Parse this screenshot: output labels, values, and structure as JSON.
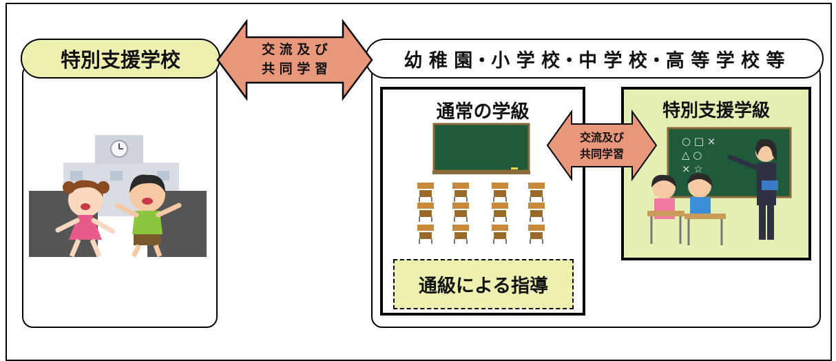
{
  "special_school": {
    "title": "特別支援学校"
  },
  "top_exchange": {
    "line1": "交 流 及 び",
    "line2": "共 同 学 習"
  },
  "regular_schools": {
    "title": "幼 稚 園・小 学 校・中 学 校・高 等 学 校 等"
  },
  "regular_class": {
    "title": "通常の学級",
    "resource_room": "通級による指導"
  },
  "inner_exchange": {
    "line1": "交流及び",
    "line2": "共同学習"
  },
  "special_class": {
    "title": "特別支援学級",
    "board_symbols": "○ □ ×\n△ ○\n× ☆"
  },
  "colors": {
    "pill_fill": "#eef0b0",
    "arrow_fill": "#e8977a",
    "special_class_fill": "#e5eeb3",
    "resource_fill": "#eef0b0",
    "chalkboard": "#1f5a3a"
  }
}
